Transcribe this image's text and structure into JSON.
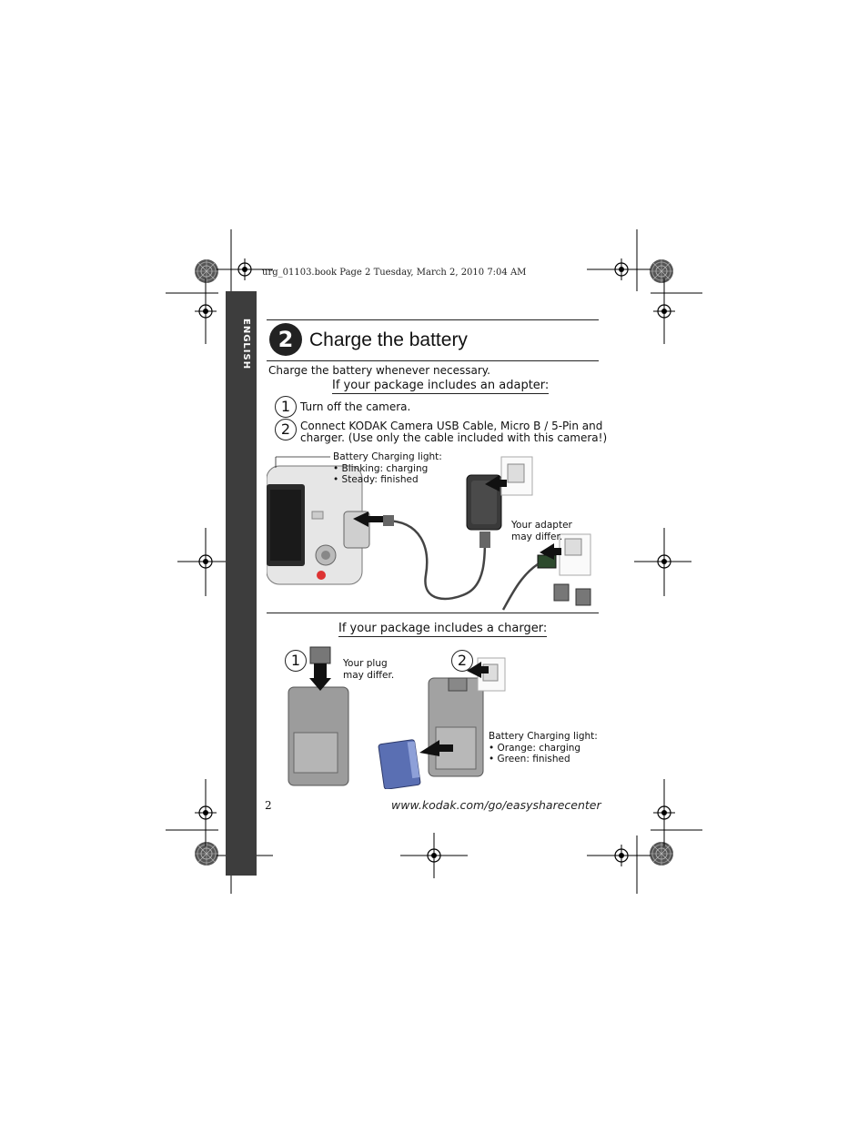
{
  "header": {
    "stamp": "urg_01103.book  Page 2  Tuesday, March 2, 2010  7:04 AM"
  },
  "sidebar": {
    "language_label": "ENGLISH"
  },
  "section": {
    "number": "2",
    "title": "Charge the battery",
    "intro": "Charge the battery whenever necessary."
  },
  "adapter": {
    "heading": "If your package includes an adapter:",
    "steps": [
      {
        "num": "1",
        "text": "Turn off the camera."
      },
      {
        "num": "2",
        "line1": "Connect KODAK Camera USB Cable, Micro B / 5-Pin and",
        "line2": "charger. (Use only the cable included with this camera!)"
      }
    ],
    "light_callout": {
      "title": "Battery Charging light:",
      "item1": "• Blinking: charging",
      "item2": "• Steady: finished"
    },
    "adapter_note": {
      "line1": "Your adapter",
      "line2": "may differ."
    }
  },
  "charger": {
    "heading": "If your package includes a charger:",
    "step1": "1",
    "step2": "2",
    "plug_note": {
      "line1": "Your plug",
      "line2": "may differ."
    },
    "light_callout": {
      "title": "Battery Charging light:",
      "item1": "• Orange: charging",
      "item2": "• Green: finished"
    }
  },
  "footer": {
    "page_number": "2",
    "url": "www.kodak.com/go/easysharecenter"
  }
}
